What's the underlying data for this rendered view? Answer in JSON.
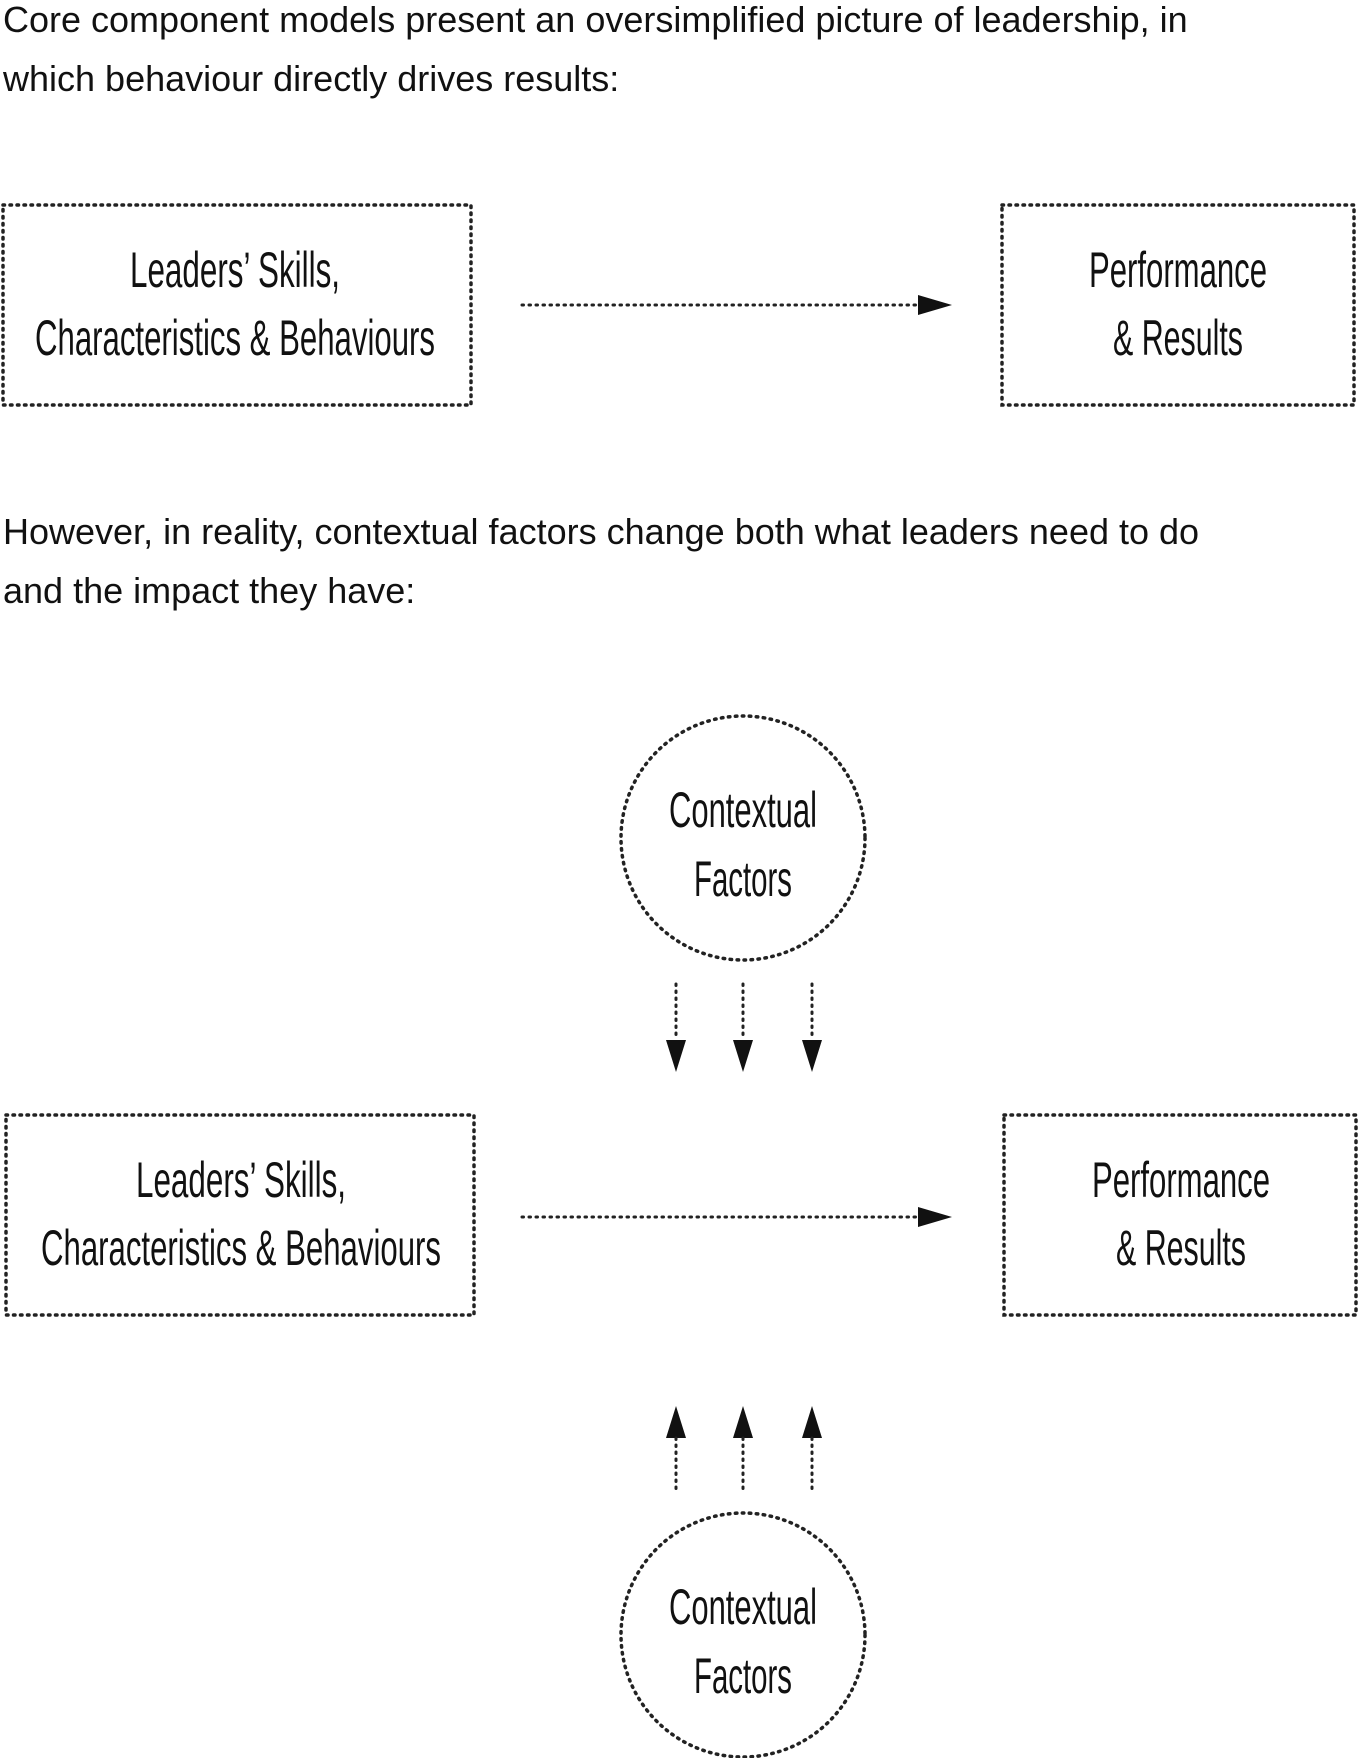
{
  "intro": {
    "line1": "Core component models present an oversimplified picture of leadership, in",
    "line2": "which behaviour directly drives results:"
  },
  "transition": {
    "line1": "However, in reality, contextual factors change both what leaders need to do",
    "line2": "and the impact they have:"
  },
  "diagram1": {
    "source": {
      "line1": "Leaders’ Skills,",
      "line2": "Characteristics & Behaviours"
    },
    "target": {
      "line1": "Performance",
      "line2": "& Results"
    }
  },
  "diagram2": {
    "context_top": {
      "line1": "Contextual",
      "line2": "Factors"
    },
    "source": {
      "line1": "Leaders’ Skills,",
      "line2": "Characteristics & Behaviours"
    },
    "target": {
      "line1": "Performance",
      "line2": "& Results"
    },
    "context_bottom": {
      "line1": "Contextual",
      "line2": "Factors"
    }
  }
}
